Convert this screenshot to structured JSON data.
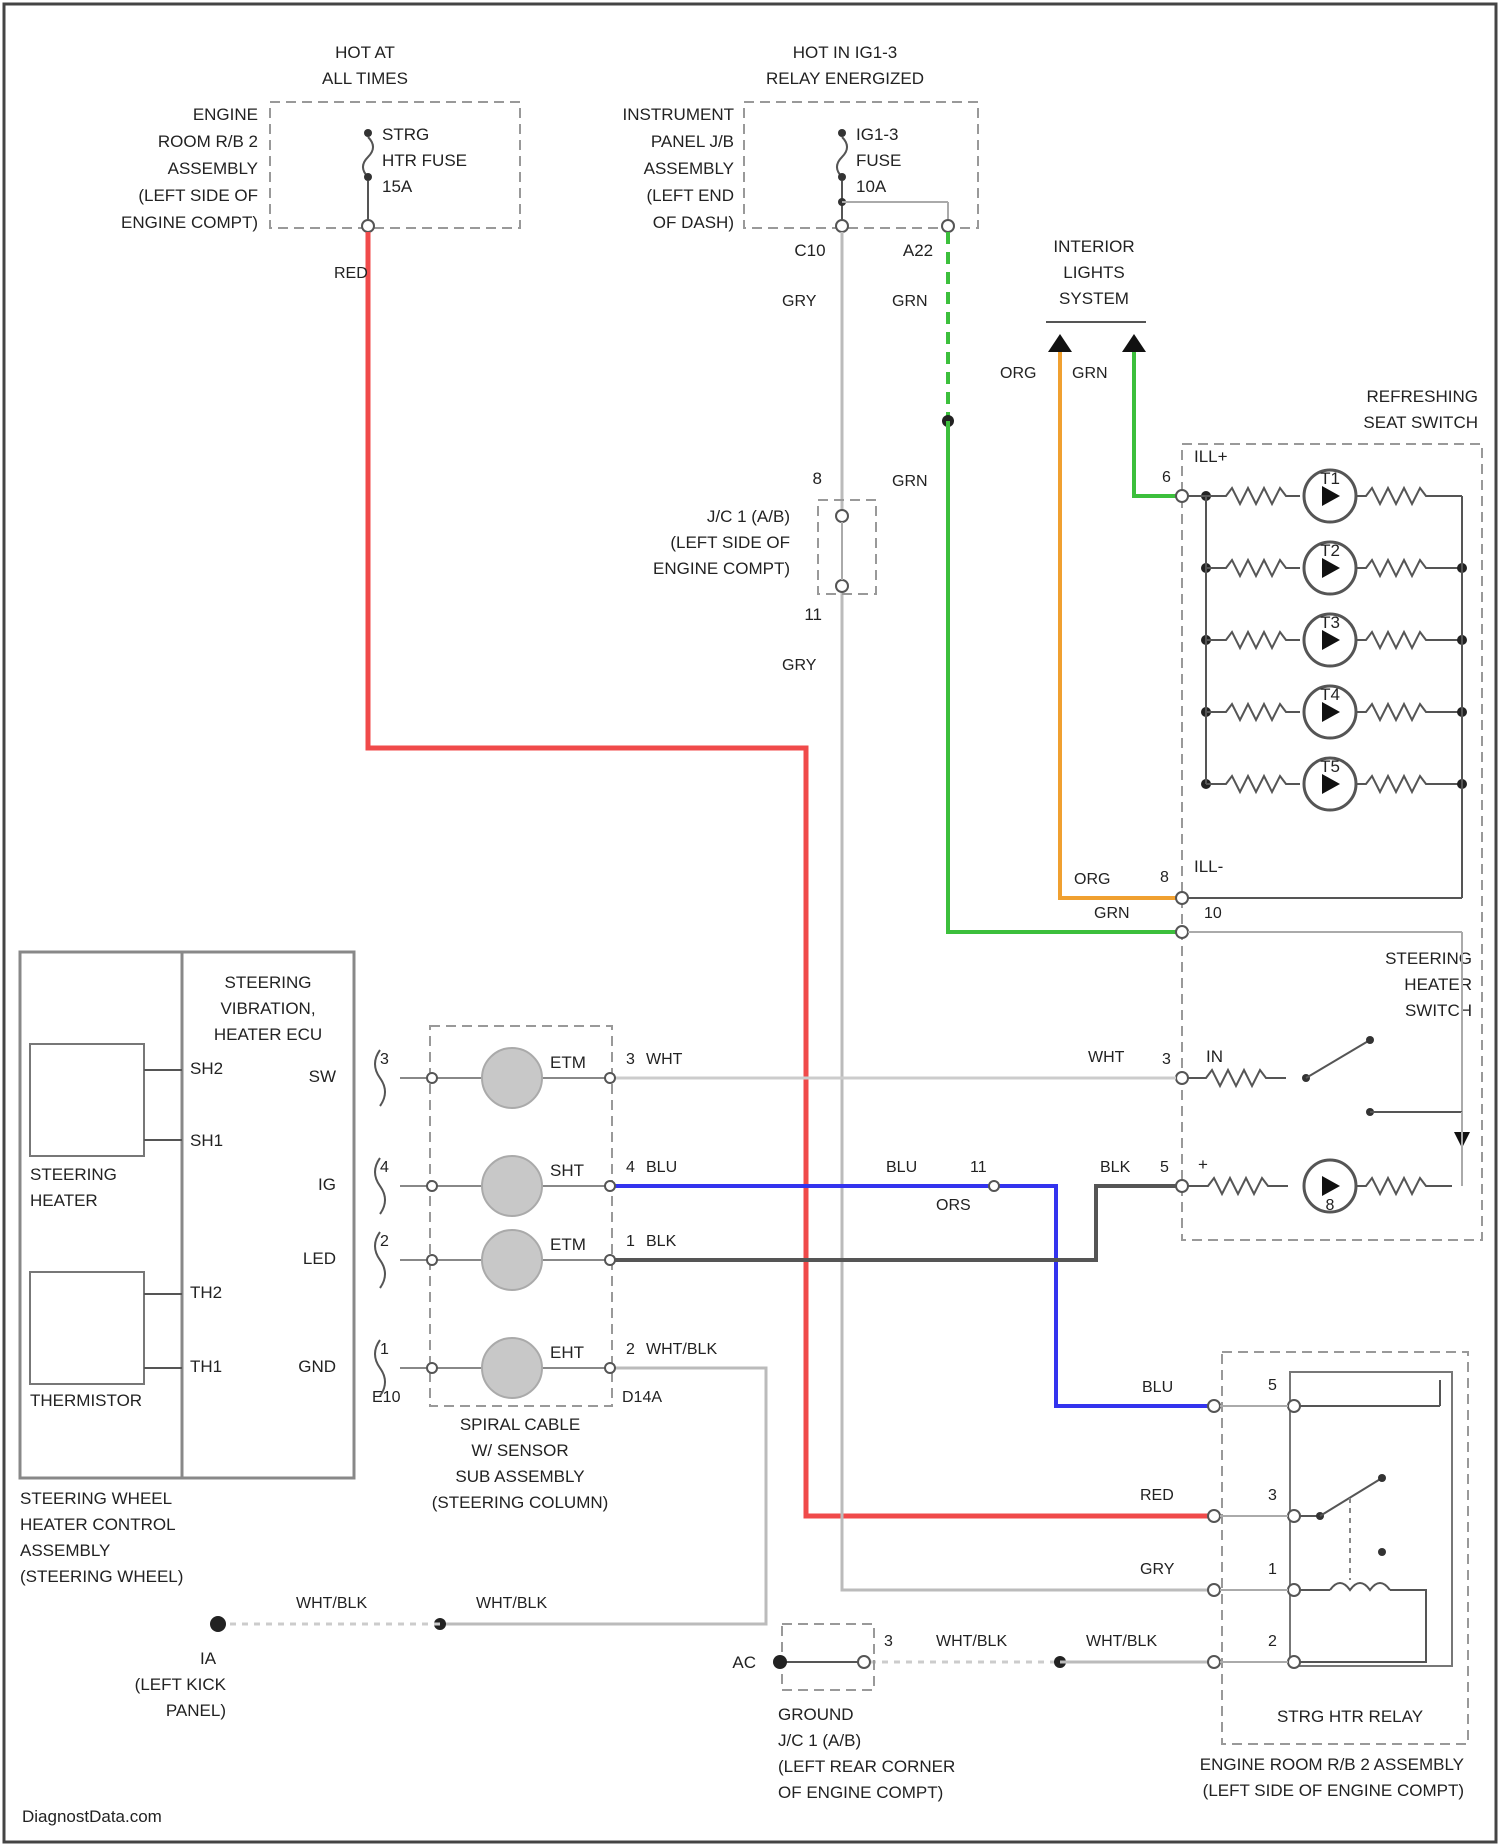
{
  "diagram": {
    "watermark": "DiagnostData.com",
    "power": {
      "hot_at_all_times": [
        "HOT AT",
        "ALL TIMES"
      ],
      "hot_in_ig1": [
        "HOT IN IG1-3",
        "RELAY ENERGIZED"
      ]
    },
    "engine_room_rb2": [
      "ENGINE",
      "ROOM R/B 2",
      "ASSEMBLY",
      "(LEFT SIDE OF",
      "ENGINE COMPT)"
    ],
    "strg_htr_fuse": [
      "STRG",
      "HTR FUSE",
      "15A"
    ],
    "instrument_panel_jb": [
      "INSTRUMENT",
      "PANEL J/B",
      "ASSEMBLY",
      "(LEFT END",
      "OF DASH)"
    ],
    "ig1_fuse": [
      "IG1-3",
      "FUSE",
      "10A"
    ],
    "pins": {
      "c10": "C10",
      "a22": "A22",
      "j_top": "8",
      "j_bot": "11",
      "rs6": "6",
      "rs8": "8",
      "rs10": "10",
      "sh3": "3",
      "sh5": "5",
      "relay5": "5",
      "relay3": "3",
      "relay1": "1",
      "relay2": "2",
      "gnd3": "3",
      "w3": "3",
      "w4": "4",
      "w2": "2",
      "w1": "1",
      "w_b10": "E10",
      "c_a4": "D14A",
      "blu11": "11",
      "ia": "IA",
      "ac": "AC"
    },
    "wires": {
      "red": "RED",
      "gry": "GRY",
      "grn": "GRN",
      "org": "ORG",
      "wht": "WHT",
      "blu": "BLU",
      "blk": "BLK",
      "whtblk": "WHT/BLK",
      "ors": "ORS"
    },
    "interior_lights": [
      "INTERIOR",
      "LIGHTS",
      "SYSTEM"
    ],
    "refreshing_seat_switch": [
      "REFRESHING",
      "SEAT SWITCH"
    ],
    "ill_plus": "ILL+",
    "ill_minus": "ILL-",
    "leds": [
      "T1",
      "T2",
      "T3",
      "T4",
      "T5"
    ],
    "jc1_top": [
      "J/C 1 (A/B)",
      "(LEFT SIDE OF",
      "ENGINE COMPT)"
    ],
    "steering_heater_switch": [
      "STEERING",
      "HEATER",
      "SWITCH"
    ],
    "ecu": [
      "STEERING",
      "VIBRATION,",
      "HEATER ECU"
    ],
    "ecu_pins": [
      "SW",
      "IG",
      "LED",
      "GND"
    ],
    "ecu_side_pins": [
      "SH2",
      "SH1",
      "TH2",
      "TH1"
    ],
    "steering_heater": [
      "STEERING",
      "HEATER"
    ],
    "thermistor": "THERMISTOR",
    "steering_wheel_assy": [
      "STEERING WHEEL",
      "HEATER CONTROL",
      "ASSEMBLY",
      "(STEERING WHEEL)"
    ],
    "spiral_cable": [
      "SPIRAL CABLE",
      "W/ SENSOR",
      "SUB ASSEMBLY",
      "(STEERING COLUMN)"
    ],
    "spiral_pins": [
      "ETM",
      "SHT",
      "ETM",
      "EHT"
    ],
    "ecu_conn_pins": [
      "3",
      "4",
      "2",
      "1"
    ],
    "sw_plus": "IN",
    "sw_minus": "+",
    "ground_ia": [
      "IA",
      "(LEFT KICK",
      "PANEL)"
    ],
    "ground_jc": [
      "GROUND",
      "J/C 1 (A/B)",
      "(LEFT REAR CORNER",
      "OF ENGINE COMPT)"
    ],
    "strg_htr_relay": "STRG HTR RELAY",
    "relay_location": [
      "ENGINE ROOM R/B 2 ASSEMBLY",
      "(LEFT SIDE OF ENGINE COMPT)"
    ],
    "colors": {
      "red": "#f04a4a",
      "green": "#3cbf3c",
      "orange": "#f0a030",
      "blue": "#3333ee",
      "gray": "#bbbbbb",
      "dark": "#555555"
    }
  }
}
